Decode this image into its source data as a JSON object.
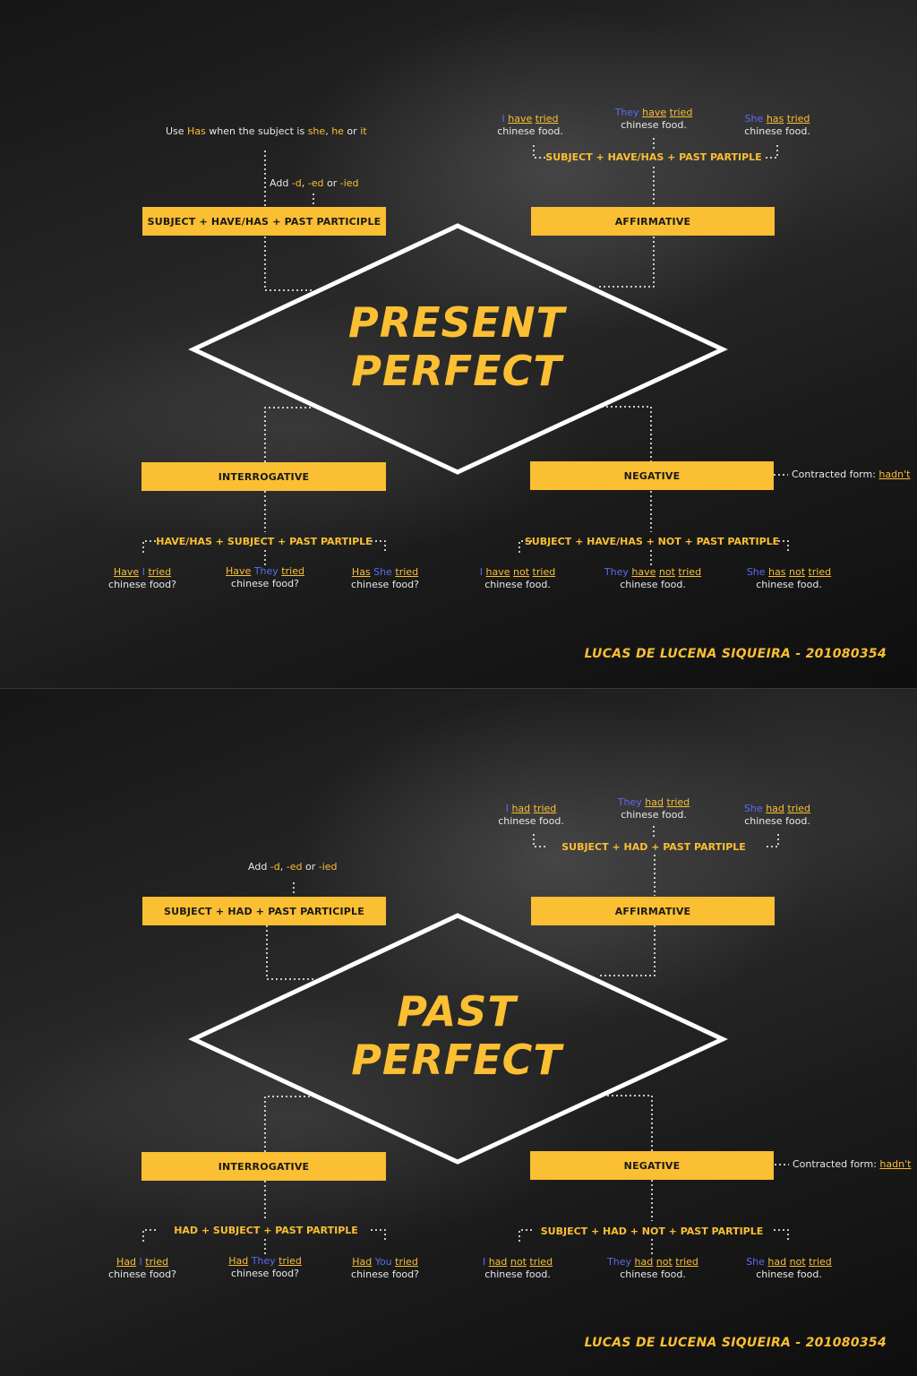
{
  "slides": [
    {
      "title_line1": "PRESENT",
      "title_line2": "PERFECT",
      "usage_note": {
        "a": "Use ",
        "b": "Has",
        "c": " when the subject is ",
        "d": "she",
        "e": ", ",
        "f": "he",
        "g": " or ",
        "h": "it"
      },
      "add_note": {
        "a": "Add ",
        "b": "-d",
        "c": ", ",
        "d": "-ed",
        "e": " or ",
        "f": "-ied"
      },
      "structure_label": "SUBJECT + HAVE/HAS + PAST PARTICIPLE",
      "affirmative_label": "AFFIRMATIVE",
      "interrogative_label": "INTERROGATIVE",
      "negative_label": "NEGATIVE",
      "affirmative_formula": "SUBJECT + HAVE/HAS + PAST PARTIPLE",
      "interrogative_formula": "HAVE/HAS   + SUBJECT + PAST PARTIPLE",
      "negative_formula": "SUBJECT + HAVE/HAS + NOT + PAST PARTIPLE",
      "contracted": {
        "label": "Contracted form: ",
        "value": "hadn't"
      },
      "affirmative_examples": [
        {
          "subj": "I",
          "aux": "have",
          "neg": "",
          "verb": "tried",
          "rest": "chinese food."
        },
        {
          "subj": "They",
          "aux": "have",
          "neg": "",
          "verb": "tried",
          "rest": "chinese food."
        },
        {
          "subj": "She",
          "aux": "has",
          "neg": "",
          "verb": "tried",
          "rest": "chinese food."
        }
      ],
      "interrogative_examples": [
        {
          "aux": "Have",
          "subj": "I",
          "verb": "tried",
          "rest": "chinese food?"
        },
        {
          "aux": "Have",
          "subj": "They",
          "verb": "tried",
          "rest": "chinese food?"
        },
        {
          "aux": "Has",
          "subj": "She",
          "verb": "tried",
          "rest": "chinese food?"
        }
      ],
      "negative_examples": [
        {
          "subj": "I",
          "aux": "have",
          "neg": "not",
          "verb": "tried",
          "rest": "chinese food."
        },
        {
          "subj": "They",
          "aux": "have",
          "neg": "not",
          "verb": "tried",
          "rest": "chinese food."
        },
        {
          "subj": "She",
          "aux": "has",
          "neg": "not",
          "verb": "tried",
          "rest": "chinese food."
        }
      ],
      "author": "LUCAS DE LUCENA SIQUEIRA - 201080354"
    },
    {
      "title_line1": "PAST",
      "title_line2": "PERFECT",
      "add_note": {
        "a": "Add ",
        "b": "-d",
        "c": ", ",
        "d": "-ed",
        "e": " or ",
        "f": "-ied"
      },
      "structure_label": "SUBJECT + HAD + PAST PARTICIPLE",
      "affirmative_label": "AFFIRMATIVE",
      "interrogative_label": "INTERROGATIVE",
      "negative_label": "NEGATIVE",
      "affirmative_formula": "SUBJECT + HAD + PAST PARTIPLE",
      "interrogative_formula": "HAD   + SUBJECT + PAST PARTIPLE",
      "negative_formula": "SUBJECT + HAD + NOT + PAST PARTIPLE",
      "contracted": {
        "label": "Contracted form: ",
        "value": "hadn't"
      },
      "affirmative_examples": [
        {
          "subj": "I",
          "aux": "had",
          "neg": "",
          "verb": "tried",
          "rest": "chinese food."
        },
        {
          "subj": "They",
          "aux": "had",
          "neg": "",
          "verb": "tried",
          "rest": "chinese food."
        },
        {
          "subj": "She",
          "aux": "had",
          "neg": "",
          "verb": "tried",
          "rest": "chinese food."
        }
      ],
      "interrogative_examples": [
        {
          "aux": "Had",
          "subj": "I",
          "verb": "tried",
          "rest": "chinese food?"
        },
        {
          "aux": "Had",
          "subj": "They",
          "verb": "tried",
          "rest": "chinese food?"
        },
        {
          "aux": "Had",
          "subj": "You",
          "verb": "tried",
          "rest": "chinese food?"
        }
      ],
      "negative_examples": [
        {
          "subj": "I",
          "aux": "had",
          "neg": "not",
          "verb": "tried",
          "rest": "chinese food."
        },
        {
          "subj": "They",
          "aux": "had",
          "neg": "not",
          "verb": "tried",
          "rest": "chinese food."
        },
        {
          "subj": "She",
          "aux": "had",
          "neg": "not",
          "verb": "tried",
          "rest": "chinese food."
        }
      ],
      "author": "LUCAS DE LUCENA SIQUEIRA - 201080354"
    }
  ],
  "colors": {
    "accent": "#fbbf33",
    "subject_blue": "#5a6cf0",
    "text": "#e8e8e8",
    "outline": "#ffffff"
  }
}
